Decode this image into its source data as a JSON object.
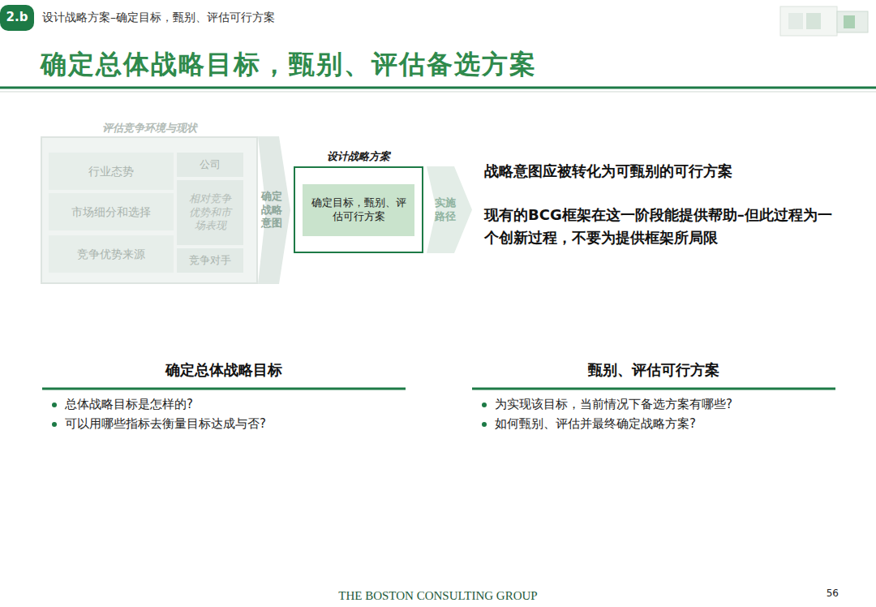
{
  "diagram": {
    "title": "确定总体战略目标，甄别、评估备选方案",
    "nodes": [
      {
        "text": [
          "评估竞争环境与现状"
        ]
      },
      {
        "text": [
          "行业态势"
        ],
        "in": 0
      },
      {
        "text": [
          "市场细分和选择"
        ],
        "in": 0
      },
      {
        "text": [
          "竞争优势来源"
        ],
        "in": 0
      },
      {
        "text": [
          "公司"
        ],
        "in": 0
      },
      {
        "text": [
          "相对竞争优势和市场表现"
        ],
        "in": 0
      },
      {
        "text": [
          "竞争对手"
        ],
        "in": 0
      },
      {
        "text": [
          "确定战略意图"
        ]
      },
      {
        "text": [
          "设计战略方案"
        ]
      },
      {
        "text": [
          "确定目标，甄别、评估可行方案"
        ],
        "in": 8
      },
      {
        "text": [
          "实施路径"
        ]
      }
    ],
    "labels": [
      "2.b",
      "设计战略方案–确定目标，甄别、评估可行方案",
      "战略意图应被转化为可甄别的可行方案",
      "现有的BCG框架在这一阶段能提供帮助–但此过程为一个创新过程，不要为提供框架所局限",
      "确定总体战略目标",
      "总体战略目标是怎样的?",
      "可以用哪些指标去衡量目标达成与否?",
      "甄别、评估可行方案",
      "为实现该目标，当前情况下备选方案有哪些?",
      "如何甄别、评估并最终确定战略方案?",
      "THE BOSTON CONSULTING GROUP",
      "56"
    ]
  }
}
